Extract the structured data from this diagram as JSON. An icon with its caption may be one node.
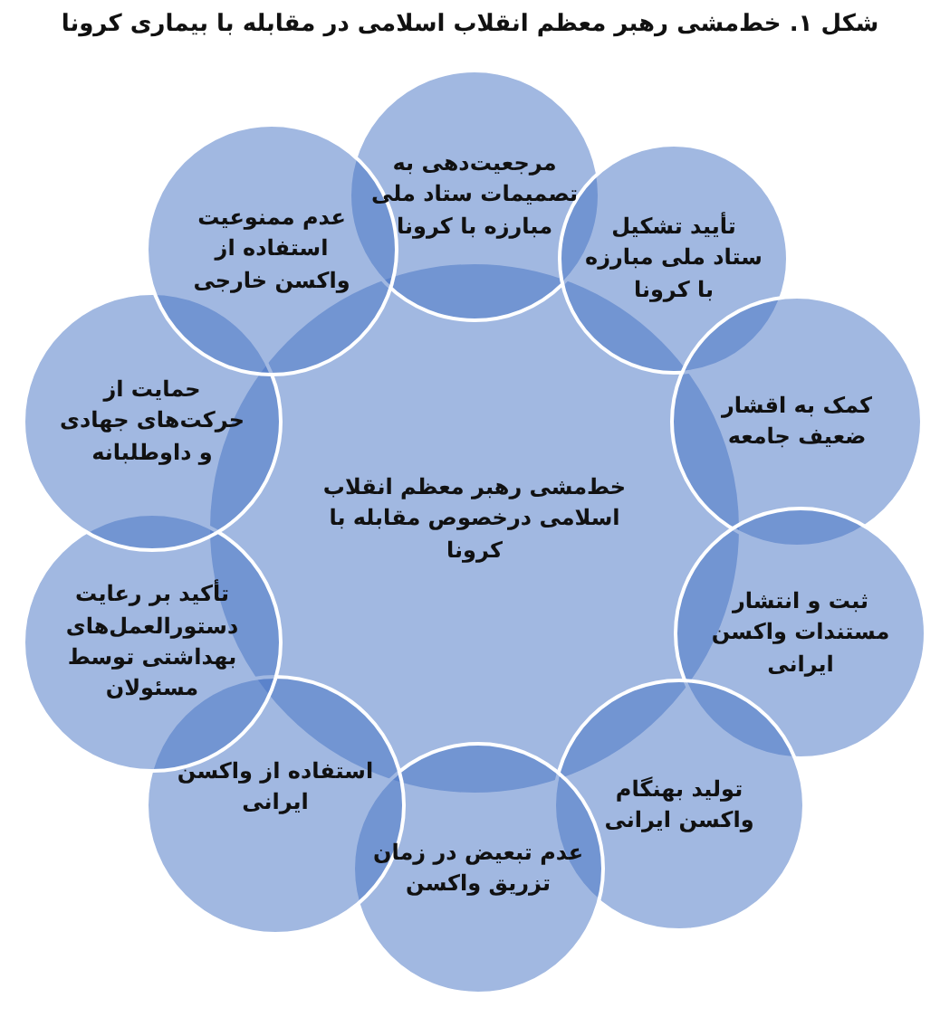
{
  "diagram": {
    "title": "شکل ۱. خط‌مشی رهبر معظم انقلاب اسلامی در مقابله با بیماری کرونا",
    "nodes": [
      {
        "text": [
          "خط‌مشی رهبر معظم انقلاب اسلامی درخصوص مقابله با کرونا"
        ]
      },
      {
        "text": [
          "مرجعیت‌دهی به تصمیمات ستاد ملی مبارزه با کرونا"
        ]
      },
      {
        "text": [
          "تأیید تشکیل ستاد ملی مبارزه با کرونا"
        ]
      },
      {
        "text": [
          "کمک به اقشار ضعیف جامعه"
        ]
      },
      {
        "text": [
          "ثبت و انتشار مستندات واکسن ایرانی"
        ]
      },
      {
        "text": [
          "تولید بهنگام واکسن ایرانی"
        ]
      },
      {
        "text": [
          "عدم تبعیض در زمان تزریق واکسن"
        ]
      },
      {
        "text": [
          "استفاده از واکسن ایرانی"
        ]
      },
      {
        "text": [
          "تأکید بر رعایت دستورالعمل‌های بهداشتی توسط مسئولان"
        ]
      },
      {
        "text": [
          "حمایت از حرکت‌های جهادی و داوطلبانه"
        ]
      },
      {
        "text": [
          "عدم ممنوعیت استفاده از واکسن خارجی"
        ]
      }
    ],
    "edges": []
  }
}
